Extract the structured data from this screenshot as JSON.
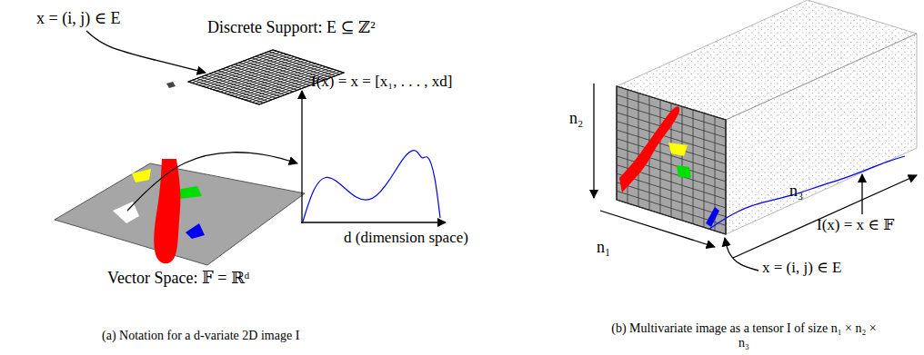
{
  "diagram": {
    "labels": [
      "x = (i, j) ∈ E",
      "Discrete Support: E ⊆ ℤ²",
      "I(x) = x = [x₁, . . . , xd]",
      "d (dimension space)",
      "Vector Space: 𝔽 = ℝᵈ",
      "(a) Notation for a d-variate 2D image I",
      "n₂",
      "n₁",
      "n₃",
      "I(x) = x ∈ 𝔽",
      "x = (i, j) ∈ E",
      "(b) Multivariate image as a tensor I of size n₁ × n₂ × n₃"
    ]
  }
}
